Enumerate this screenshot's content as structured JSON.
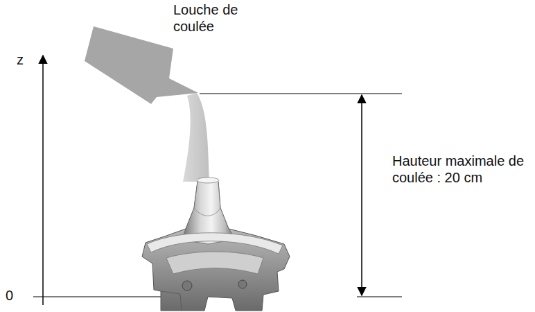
{
  "diagram": {
    "labels": [
      "Louche de coulée",
      "z",
      "0",
      "Hauteur maximale de coulée : 20 cm"
    ]
  }
}
